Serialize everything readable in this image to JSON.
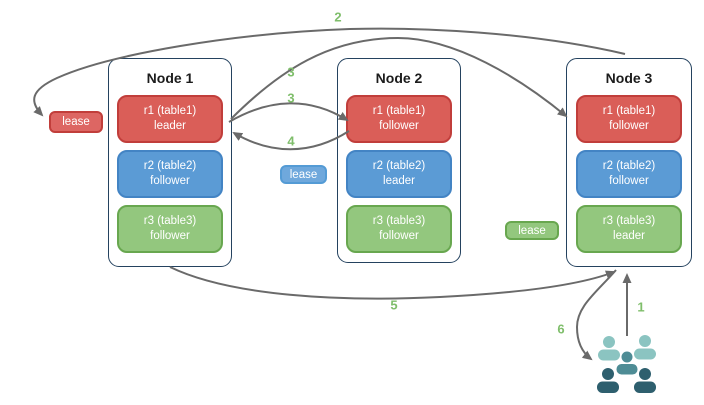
{
  "nodes": [
    {
      "title": "Node 1",
      "replicas": [
        {
          "name": "r1 (table1)",
          "role": "leader",
          "color": "red"
        },
        {
          "name": "r2 (table2)",
          "role": "follower",
          "color": "blue"
        },
        {
          "name": "r3 (table3)",
          "role": "follower",
          "color": "green"
        }
      ]
    },
    {
      "title": "Node 2",
      "replicas": [
        {
          "name": "r1 (table1)",
          "role": "follower",
          "color": "red"
        },
        {
          "name": "r2 (table2)",
          "role": "leader",
          "color": "blue"
        },
        {
          "name": "r3 (table3)",
          "role": "follower",
          "color": "green"
        }
      ]
    },
    {
      "title": "Node 3",
      "replicas": [
        {
          "name": "r1 (table1)",
          "role": "follower",
          "color": "red"
        },
        {
          "name": "r2 (table2)",
          "role": "follower",
          "color": "blue"
        },
        {
          "name": "r3 (table3)",
          "role": "leader",
          "color": "green"
        }
      ]
    }
  ],
  "leases": [
    {
      "label": "lease",
      "color": "#DD6663",
      "border": "#C13E3B",
      "position": "left of Node 1, r1 leader row"
    },
    {
      "label": "lease",
      "color": "#6FA8DC",
      "border": "#549BD5",
      "position": "between Node 1 and Node 2, r2 leader row"
    },
    {
      "label": "lease",
      "color": "#93C77E",
      "border": "#68A74F",
      "position": "left of Node 3, r3 leader row"
    }
  ],
  "flow_labels": {
    "step1": "1",
    "step2": "2",
    "step3a": "3",
    "step3b": "3",
    "step4": "4",
    "step5": "5",
    "step6": "6"
  },
  "colors": {
    "replica_red": "#DA5E58",
    "replica_red_border": "#C13E3B",
    "replica_blue": "#5B9BD5",
    "replica_blue_border": "#4384C4",
    "replica_green": "#93C77E",
    "replica_green_border": "#68A74F",
    "node_border": "#24425F",
    "arrow": "#6A6A6A",
    "flow_label_green": "#7FBE6B",
    "users_light": "#8BC4C1",
    "users_medium": "#4E8C95",
    "users_dark": "#2E5F6E"
  }
}
